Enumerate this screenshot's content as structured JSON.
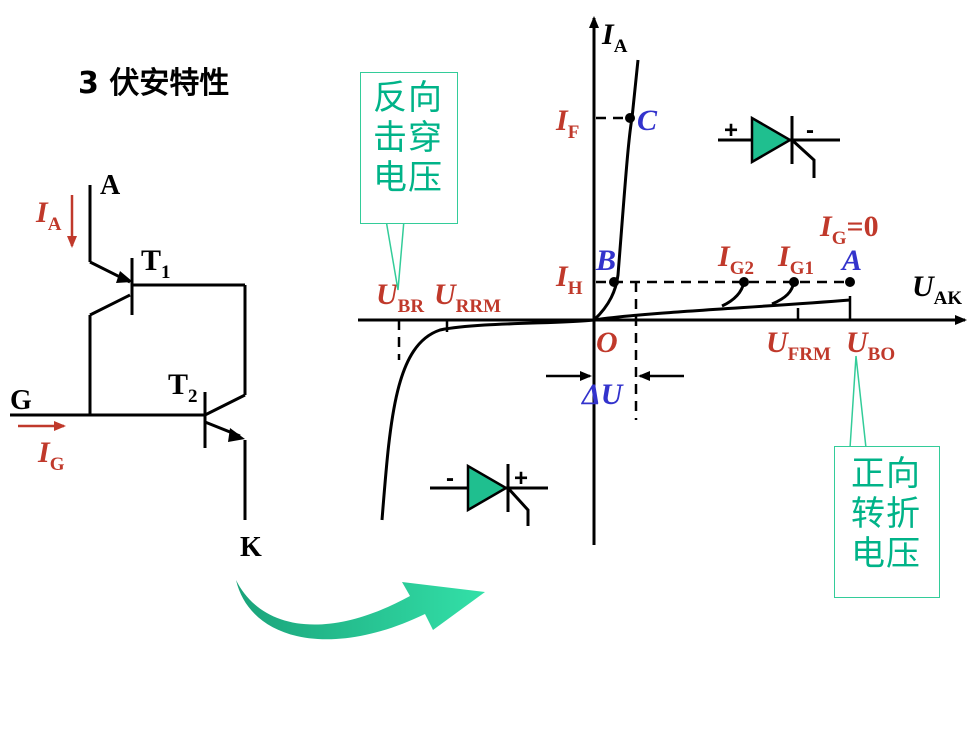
{
  "section_title": "3  伏安特性",
  "colors": {
    "label_red": "#c0392b",
    "label_blue": "#3333cc",
    "accent_green": "#00b388",
    "line": "#000000"
  },
  "circuit": {
    "anode": "A",
    "cathode": "K",
    "gate": "G",
    "t1": {
      "main": "T",
      "sub": "1"
    },
    "t2": {
      "main": "T",
      "sub": "2"
    },
    "ia": {
      "main": "I",
      "sub": "A"
    },
    "ig": {
      "main": "I",
      "sub": "G"
    }
  },
  "graph": {
    "y_axis": {
      "main": "I",
      "sub": "A"
    },
    "x_axis": {
      "main": "U",
      "sub": "AK"
    },
    "origin": "O",
    "if_label": {
      "main": "I",
      "sub": "F"
    },
    "ih_label": {
      "main": "I",
      "sub": "H"
    },
    "point_c": "C",
    "point_b": "B",
    "point_a": "A",
    "ig0": {
      "main": "I",
      "sub": "G",
      "tail": "=0"
    },
    "ig2": {
      "main": "I",
      "sub": "G2"
    },
    "ig1": {
      "main": "I",
      "sub": "G1"
    },
    "ubr": {
      "main": "U",
      "sub": "BR"
    },
    "urrm": {
      "main": "U",
      "sub": "RRM"
    },
    "ufrm": {
      "main": "U",
      "sub": "FRM"
    },
    "ubo": {
      "main": "U",
      "sub": "BO"
    },
    "delta_u": "ΔU",
    "forward_symbol": {
      "plus": "+",
      "minus": "-"
    },
    "reverse_symbol": {
      "plus": "+",
      "minus": "-"
    }
  },
  "callouts": {
    "reverse_breakdown": [
      "反向",
      "击穿",
      "电压"
    ],
    "forward_breakover": [
      "正向",
      "转折",
      "电压"
    ]
  }
}
